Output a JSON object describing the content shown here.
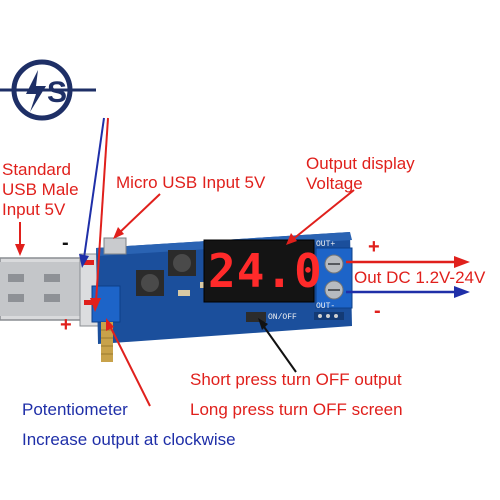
{
  "logo": {
    "glyph": "S"
  },
  "labels": {
    "standard_usb": [
      "Standard",
      "USB Male",
      "Input 5V"
    ],
    "micro_usb": "Micro USB Input 5V",
    "output_display": [
      "Output display",
      "Voltage"
    ],
    "out_dc": "Out DC 1.2V-24V",
    "short_press": "Short press turn OFF output",
    "long_press": "Long press turn OFF screen",
    "potentiometer": "Potentiometer",
    "increase_output": "Increase output at clockwise"
  },
  "signs": {
    "usb_minus": "-",
    "usb_plus": "+",
    "out_plus": "+",
    "out_minus": "-"
  },
  "board": {
    "display_value": "24.0",
    "out_plus_marking": "OUT+",
    "out_minus_marking": "OUT-",
    "switch_marking": "ON/OFF"
  },
  "colors": {
    "label_red": "#e0201c",
    "label_blue": "#1f2fa8",
    "pcb_blue": "#1b4f9c",
    "led_red": "#ff2a2a",
    "terminal_blue": "#1d64c8"
  }
}
